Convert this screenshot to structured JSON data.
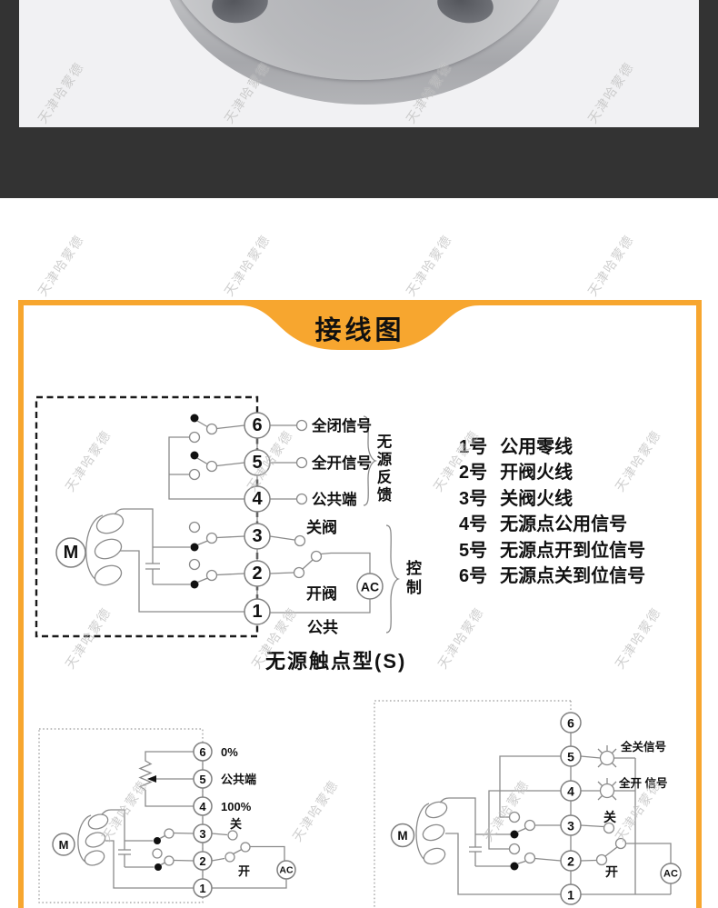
{
  "watermark": {
    "text": "天津哈蒙德"
  },
  "banner": {
    "title": "接线图"
  },
  "main_diagram": {
    "terminals": [
      "6",
      "5",
      "4",
      "3",
      "2",
      "1"
    ],
    "motor_label": "M",
    "ac_label": "AC",
    "labels": {
      "t6": "全闭信号",
      "t5": "全开信号",
      "t4": "公共端",
      "t3": "关阀",
      "t2": "开阀",
      "t1": "公共"
    },
    "brace_feedback": "无源反馈",
    "brace_control": "控制",
    "caption": "无源触点型(S)"
  },
  "terminal_list": {
    "items": [
      {
        "num": "1号",
        "desc": "公用零线"
      },
      {
        "num": "2号",
        "desc": "开阀火线"
      },
      {
        "num": "3号",
        "desc": "关阀火线"
      },
      {
        "num": "4号",
        "desc": "无源点公用信号"
      },
      {
        "num": "5号",
        "desc": "无源点开到位信号"
      },
      {
        "num": "6号",
        "desc": "无源点关到位信号"
      }
    ]
  },
  "diagram_potentiometer": {
    "terminals": [
      "6",
      "5",
      "4",
      "3",
      "2",
      "1"
    ],
    "motor_label": "M",
    "ac_label": "AC",
    "labels": {
      "t6": "0%",
      "t5": "公共端",
      "t4": "100%",
      "t3": "关",
      "t2": "开"
    }
  },
  "diagram_indicator": {
    "terminals": [
      "6",
      "5",
      "4",
      "3",
      "2",
      "1"
    ],
    "motor_label": "M",
    "ac_label": "AC",
    "labels": {
      "t5": "全关信号",
      "t4": "全开 信号",
      "t3": "关",
      "t2": "开"
    }
  },
  "colors": {
    "accent_orange": "#F7A62F",
    "dark_band": "#333333",
    "photo_background": "#F1F1F3",
    "wire_gray": "#8A8A8A"
  }
}
